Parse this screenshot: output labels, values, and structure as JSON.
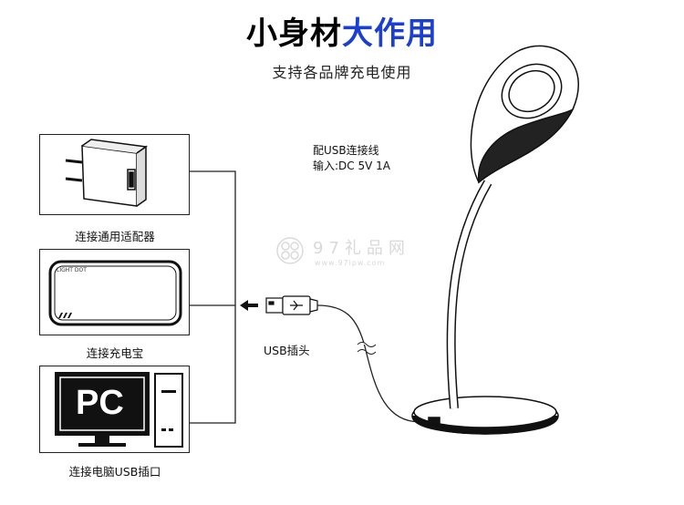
{
  "header": {
    "title_part1": "小身材",
    "title_part2": "大作用",
    "subtitle": "支持各品牌充电使用"
  },
  "spec": {
    "line1": "配USB连接线",
    "line2": "输入:DC 5V 1A"
  },
  "sources": [
    {
      "label": "连接通用适配器",
      "icon": "power-adapter-icon"
    },
    {
      "label": "连接充电宝",
      "icon": "power-bank-icon",
      "brand_text": "LIGHT DOT"
    },
    {
      "label": "连接电脑USB插口",
      "icon": "computer-icon",
      "screen_text": "PC"
    }
  ],
  "usb_plug_label": "USB插头",
  "watermark": {
    "text": "97礼品网",
    "url": "www.97lpw.com"
  },
  "colors": {
    "title_blue": "#1a3fd1",
    "title_black": "#000000",
    "line": "#222222",
    "watermark": "#d9d9d9"
  }
}
